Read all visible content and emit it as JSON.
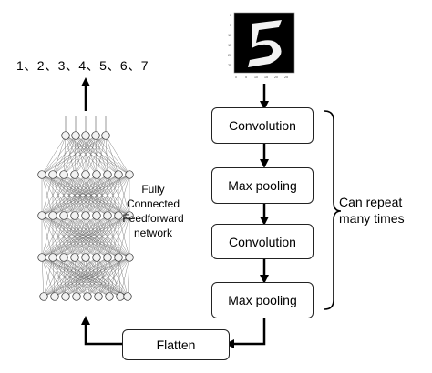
{
  "output_labels": "1、2、3、4、5、6、7",
  "network_label": {
    "line1": "Fully",
    "line2": "Connected",
    "line3": "Feedforward",
    "line4": "network"
  },
  "blocks": {
    "conv1": "Convolution",
    "pool1": "Max pooling",
    "conv2": "Convolution",
    "pool2": "Max pooling",
    "flatten": "Flatten"
  },
  "repeat_label": {
    "line1": "Can repeat",
    "line2": "many times"
  },
  "input_image": {
    "y_ticks": [
      "0",
      "5",
      "10",
      "15",
      "20",
      "25"
    ],
    "x_ticks": [
      "0",
      "5",
      "10",
      "15",
      "20",
      "25"
    ]
  },
  "colors": {
    "stroke": "#000000",
    "node_fill": "#f2f2f2",
    "line": "#555555"
  }
}
